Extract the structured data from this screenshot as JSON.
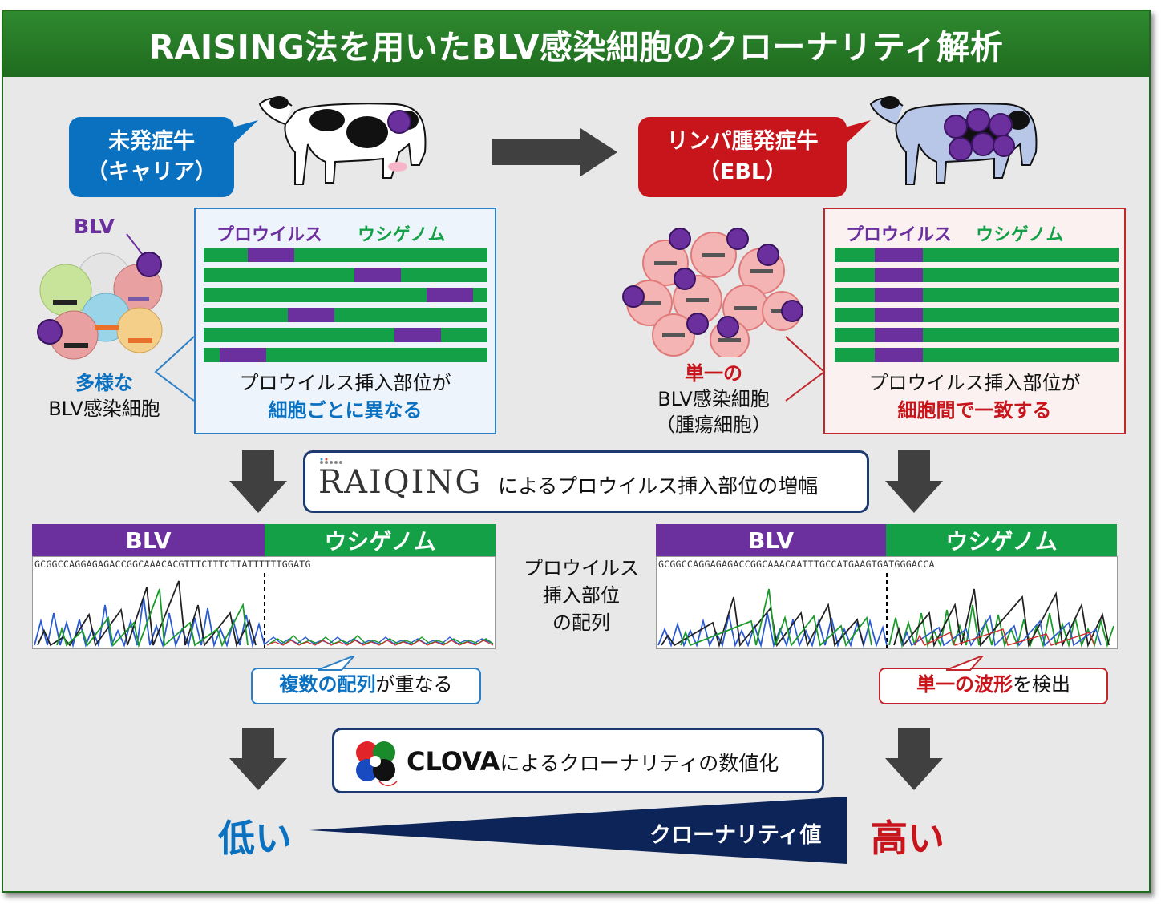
{
  "title": "RAISING法を用いたBLV感染細胞のクローナリティ解析",
  "left": {
    "callout": [
      "未発症牛",
      "（キャリア）"
    ],
    "blv_label": "BLV",
    "cells_label": [
      "多様な",
      "BLV感染細胞"
    ],
    "legend_provirus": "プロウイルス",
    "legend_genome": "ウシゲノム",
    "panel_text_1": "プロウイルス挿入部位が",
    "panel_text_2": "細胞ごとに異なる"
  },
  "right": {
    "callout": [
      "リンパ腫発症牛",
      "（EBL）"
    ],
    "cells_label": [
      "単一の",
      "BLV感染細胞",
      "（腫瘍細胞）"
    ],
    "legend_provirus": "プロウイルス",
    "legend_genome": "ウシゲノム",
    "panel_text_1": "プロウイルス挿入部位が",
    "panel_text_2": "細胞間で一致する"
  },
  "raising": {
    "logo_text": "RAIQING",
    "text": "によるプロウイルス挿入部位の増幅"
  },
  "sequence": {
    "blv_header": "BLV",
    "genome_header": "ウシゲノム",
    "left_seq": "GCGGCCAGGAGAGACCGGCAAACACGTTTCTTTCTTATTTTTTGGATG",
    "right_seq": "GCGGCCAGGAGAGACCGGCAAACAATTTGCCATGAAGTGATGGGACCA",
    "middle_label": [
      "プロウイルス",
      "挿入部位",
      "の配列"
    ]
  },
  "notes": {
    "left_em": "複数の配列",
    "left_rest": "が重なる",
    "right_em": "単一の波形",
    "right_rest": "を検出"
  },
  "clova": {
    "logo_text": "CLOVA",
    "bold": "CLOVA",
    "text": "によるクローナリティの数値化"
  },
  "scale": {
    "low": "低い",
    "high": "高い",
    "wedge_label": "クローナリティ値"
  },
  "colors": {
    "title_green": "#1f6b1f",
    "provirus_purple": "#6b2f9e",
    "genome_green": "#14a046",
    "accent_blue": "#0a70c0",
    "accent_red": "#c8151b",
    "wedge_navy": "#0d2458"
  }
}
